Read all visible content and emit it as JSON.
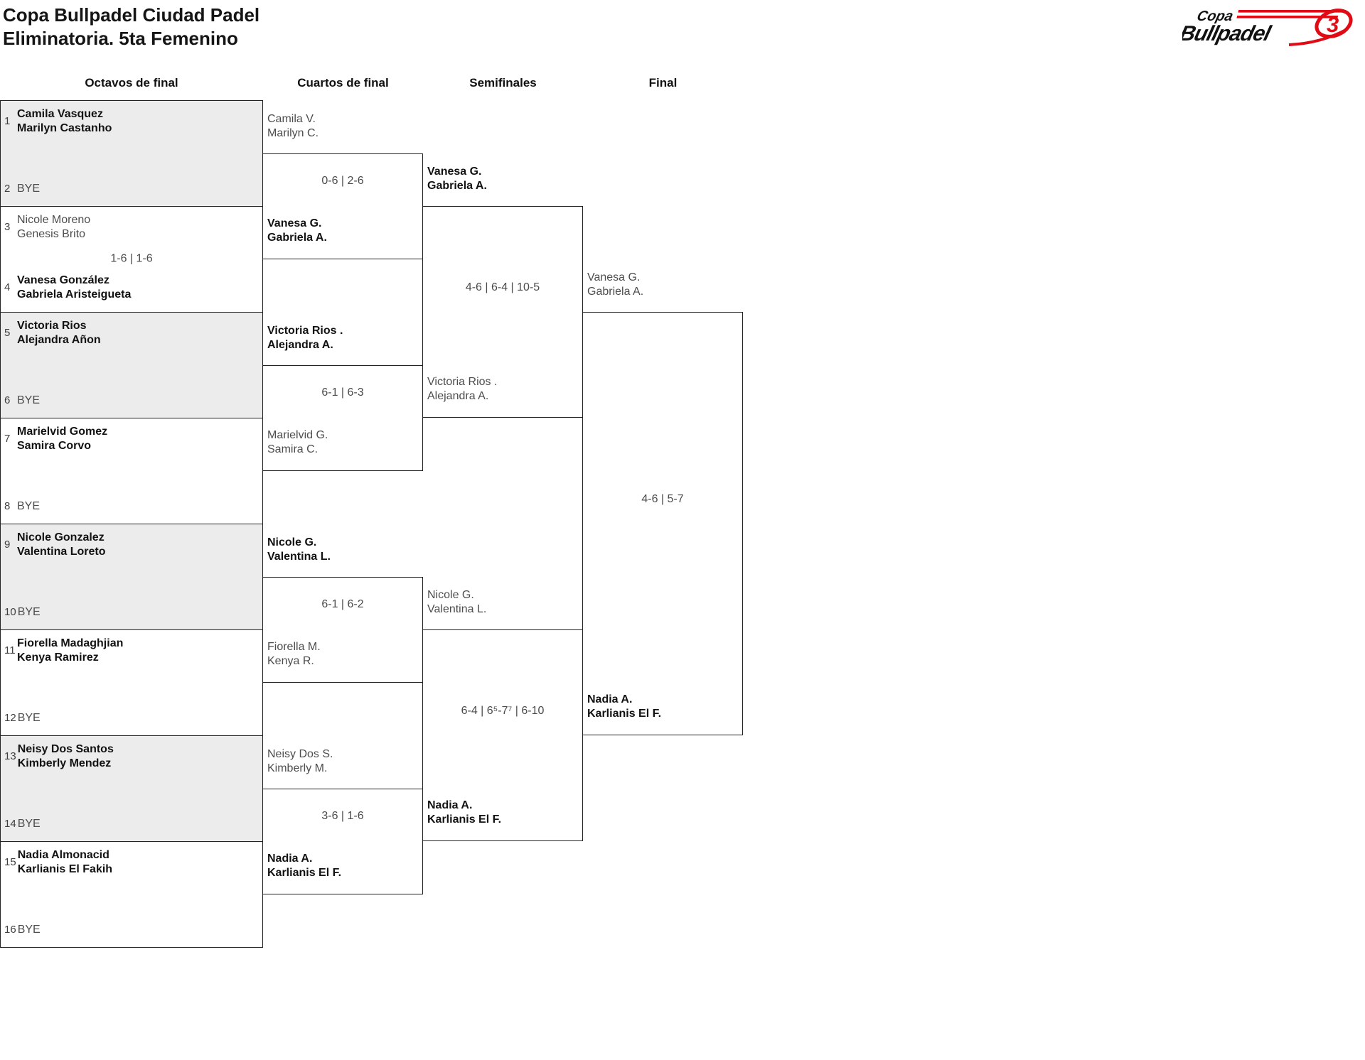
{
  "page": {
    "title": "Copa Bullpadel Ciudad Padel",
    "subtitle": "Eliminatoria. 5ta Femenino"
  },
  "logo": {
    "line1": "Copa",
    "line2": "Bullpadel",
    "emblem": "3",
    "red": "#e00b14",
    "black": "#111111"
  },
  "rounds": {
    "octavos": "Octavos de final",
    "cuartos": "Cuartos de final",
    "semis": "Semifinales",
    "final": "Final"
  },
  "octavos": [
    {
      "top": {
        "seed": "1",
        "p1": "Camila Vasquez",
        "p2": "Marilyn Castanho",
        "bold": true
      },
      "bottom": {
        "seed": "2",
        "p1": "BYE"
      }
    },
    {
      "top": {
        "seed": "3",
        "p1": "Nicole Moreno",
        "p2": "Genesis Brito",
        "bold": false
      },
      "score": "1-6 | 1-6",
      "bottom": {
        "seed": "4",
        "p1": "Vanesa González",
        "p2": "Gabriela Aristeigueta",
        "bold": true
      }
    },
    {
      "top": {
        "seed": "5",
        "p1": "Victoria Rios",
        "p2": "Alejandra Añon",
        "bold": true
      },
      "bottom": {
        "seed": "6",
        "p1": "BYE"
      }
    },
    {
      "top": {
        "seed": "7",
        "p1": "Marielvid Gomez",
        "p2": "Samira Corvo",
        "bold": true
      },
      "bottom": {
        "seed": "8",
        "p1": "BYE"
      }
    },
    {
      "top": {
        "seed": "9",
        "p1": "Nicole Gonzalez",
        "p2": "Valentina Loreto",
        "bold": true
      },
      "bottom": {
        "seed": "10",
        "p1": "BYE"
      }
    },
    {
      "top": {
        "seed": "11",
        "p1": "Fiorella Madaghjian",
        "p2": "Kenya Ramirez",
        "bold": true
      },
      "bottom": {
        "seed": "12",
        "p1": "BYE"
      }
    },
    {
      "top": {
        "seed": "13",
        "p1": "Neisy Dos Santos",
        "p2": "Kimberly Mendez",
        "bold": true
      },
      "bottom": {
        "seed": "14",
        "p1": "BYE"
      }
    },
    {
      "top": {
        "seed": "15",
        "p1": "Nadia Almonacid",
        "p2": "Karlianis El Fakih",
        "bold": true
      },
      "bottom": {
        "seed": "16",
        "p1": "BYE"
      }
    }
  ],
  "cuartos": [
    {
      "top": {
        "p1": "Camila V.",
        "p2": "Marilyn C.",
        "bold": false
      },
      "score": "0-6 | 2-6",
      "bottom": {
        "p1": "Vanesa G.",
        "p2": "Gabriela A.",
        "bold": true
      }
    },
    {
      "top": {
        "p1": "Victoria Rios .",
        "p2": "Alejandra A.",
        "bold": true
      },
      "score": "6-1 | 6-3",
      "bottom": {
        "p1": "Marielvid G.",
        "p2": "Samira C.",
        "bold": false
      }
    },
    {
      "top": {
        "p1": "Nicole G.",
        "p2": "Valentina L.",
        "bold": true
      },
      "score": "6-1 | 6-2",
      "bottom": {
        "p1": "Fiorella M.",
        "p2": "Kenya R.",
        "bold": false
      }
    },
    {
      "top": {
        "p1": "Neisy Dos S.",
        "p2": "Kimberly M.",
        "bold": false
      },
      "score": "3-6 | 1-6",
      "bottom": {
        "p1": "Nadia A.",
        "p2": "Karlianis El F.",
        "bold": true
      }
    }
  ],
  "semis": [
    {
      "top": {
        "p1": "Vanesa G.",
        "p2": "Gabriela A.",
        "bold": true
      },
      "score": "4-6 | 6-4 | 10-5",
      "bottom": {
        "p1": "Victoria Rios .",
        "p2": "Alejandra A.",
        "bold": false
      }
    },
    {
      "top": {
        "p1": "Nicole G.",
        "p2": "Valentina L.",
        "bold": false
      },
      "score": "6-4 | 6⁵-7⁷ | 6-10",
      "bottom": {
        "p1": "Nadia A.",
        "p2": "Karlianis El F.",
        "bold": true
      }
    }
  ],
  "final": {
    "top": {
      "p1": "Vanesa G.",
      "p2": "Gabriela A.",
      "bold": false
    },
    "score": "4-6 | 5-7",
    "bottom": {
      "p1": "Nadia A.",
      "p2": "Karlianis El F.",
      "bold": true
    }
  },
  "colors": {
    "accent_red": "#e00b14",
    "box_gray": "#ececec",
    "border": "#222222",
    "text_dark": "#121212",
    "text_muted": "#4d4d4d"
  }
}
